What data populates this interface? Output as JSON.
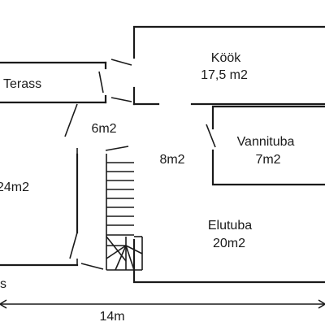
{
  "rooms": {
    "terrace": {
      "name": "Terass"
    },
    "kitchen": {
      "name": "Köök",
      "area": "17,5 m2"
    },
    "hall": {
      "area": "6m2"
    },
    "corridor": {
      "area": "8m2"
    },
    "bathroom": {
      "name": "Vannituba",
      "area": "7m2"
    },
    "living_room": {
      "name": "Elutuba",
      "area": "20m2"
    },
    "left_room": {
      "area_fragment": "24m2"
    },
    "bottom_left": {
      "label_fragment": "s"
    }
  },
  "dimension": {
    "width_label": "14m"
  }
}
